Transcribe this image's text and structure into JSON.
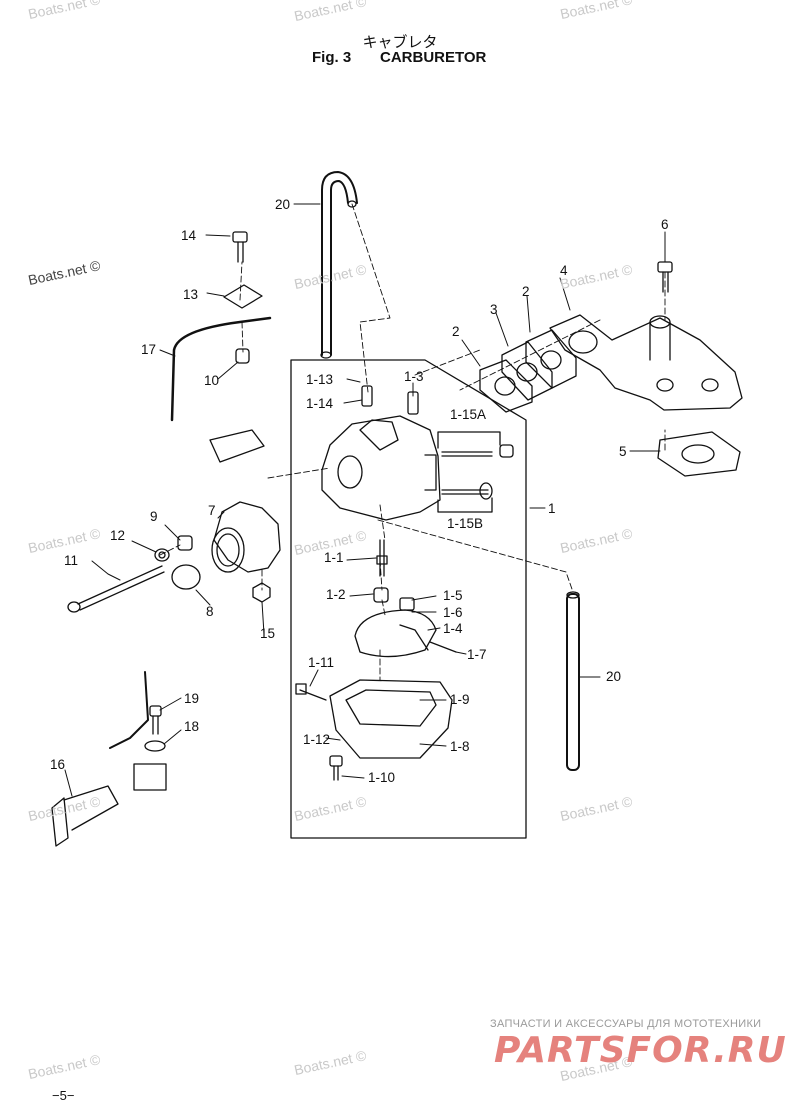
{
  "title": {
    "jp": "キャブレタ",
    "fig": "Fig. 3",
    "name": "CARBURETOR"
  },
  "watermark": "Boats.net ©",
  "footer": {
    "page": "−5−",
    "dealer": "ЗАПЧАСТИ И АКСЕССУАРЫ ДЛЯ МОТОТЕХНИКИ",
    "brand": "PARTSFOR.RU"
  },
  "callouts": {
    "c1": "1",
    "c2a": "2",
    "c2b": "2",
    "c3": "3",
    "c4": "4",
    "c5": "5",
    "c6": "6",
    "c7": "7",
    "c8": "8",
    "c9": "9",
    "c10": "10",
    "c11": "11",
    "c12": "12",
    "c13": "13",
    "c14": "14",
    "c15": "15",
    "c16": "16",
    "c17": "17",
    "c18": "18",
    "c19": "19",
    "c20a": "20",
    "c20b": "20",
    "c1_1": "1-1",
    "c1_2": "1-2",
    "c1_3": "1-3",
    "c1_4": "1-4",
    "c1_5": "1-5",
    "c1_6": "1-6",
    "c1_7": "1-7",
    "c1_8": "1-8",
    "c1_9": "1-9",
    "c1_10": "1-10",
    "c1_11": "1-11",
    "c1_12": "1-12",
    "c1_13": "1-13",
    "c1_14": "1-14",
    "c1_15A": "1-15A",
    "c1_15B": "1-15B"
  },
  "colors": {
    "line": "#111111",
    "watermark": "#c9c9c9",
    "brand": "#e5827d"
  }
}
